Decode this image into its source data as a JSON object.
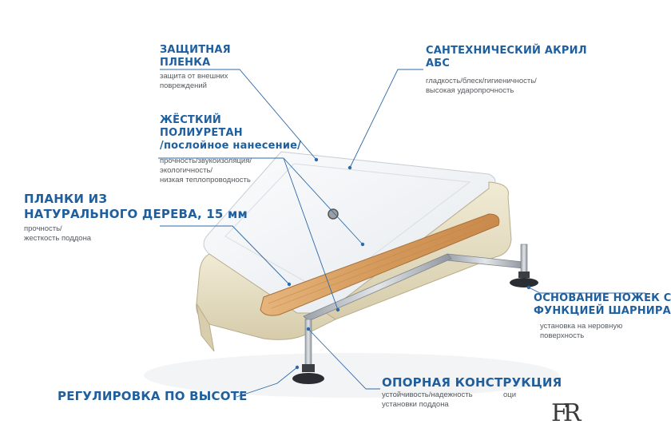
{
  "labels": {
    "protective_film": {
      "title_line1": "ЗАЩИТНАЯ",
      "title_line2": "ПЛЕНКА",
      "desc_line1": "защита от внешних",
      "desc_line2": "повреждений"
    },
    "acrylic": {
      "title_line1": "САНТЕХНИЧЕСКИЙ АКРИЛ",
      "title_line2": "АБС",
      "desc_line1": "гладкость/блеск/гигиеничность/",
      "desc_line2": "высокая ударопрочность"
    },
    "polyurethane": {
      "title_line1": "ЖЁСТКИЙ",
      "title_line2": "ПОЛИУРЕТАН",
      "title_line3": "/послойное нанесение/",
      "desc_line1": "прочность/звукоизоляция/",
      "desc_line2": "экологичность/",
      "desc_line3": "низкая теплопроводность"
    },
    "wood_planks": {
      "title_line1": "ПЛАНКИ ИЗ",
      "title_line2": "НАТУРАЛЬНОГО ДЕРЕВА, 15 мм",
      "desc_line1": "прочность/",
      "desc_line2": "жесткость поддона"
    },
    "leg_base": {
      "title_line1": "ОСНОВАНИЕ НОЖЕК С",
      "title_line2": "ФУНКЦИЕЙ ШАРНИРА",
      "desc_line1": "установка на неровную",
      "desc_line2": "поверхность"
    },
    "height_adjust": {
      "title": "РЕГУЛИРОВКА ПО ВЫСОТЕ"
    },
    "support_frame": {
      "title": "ОПОРНАЯ КОНСТРУКЦИЯ",
      "desc_line1": "устойчивость/надежность",
      "desc_line2": "установки поддона",
      "desc_extra": "оци"
    }
  },
  "logo": {
    "text": "FR"
  },
  "colors": {
    "label_blue": "#1f5f9e",
    "leader_line": "#2e6aa8",
    "beige_layer": "#e9e2c9",
    "wood": "#d9a46a",
    "metal": "#b7bcc2"
  }
}
